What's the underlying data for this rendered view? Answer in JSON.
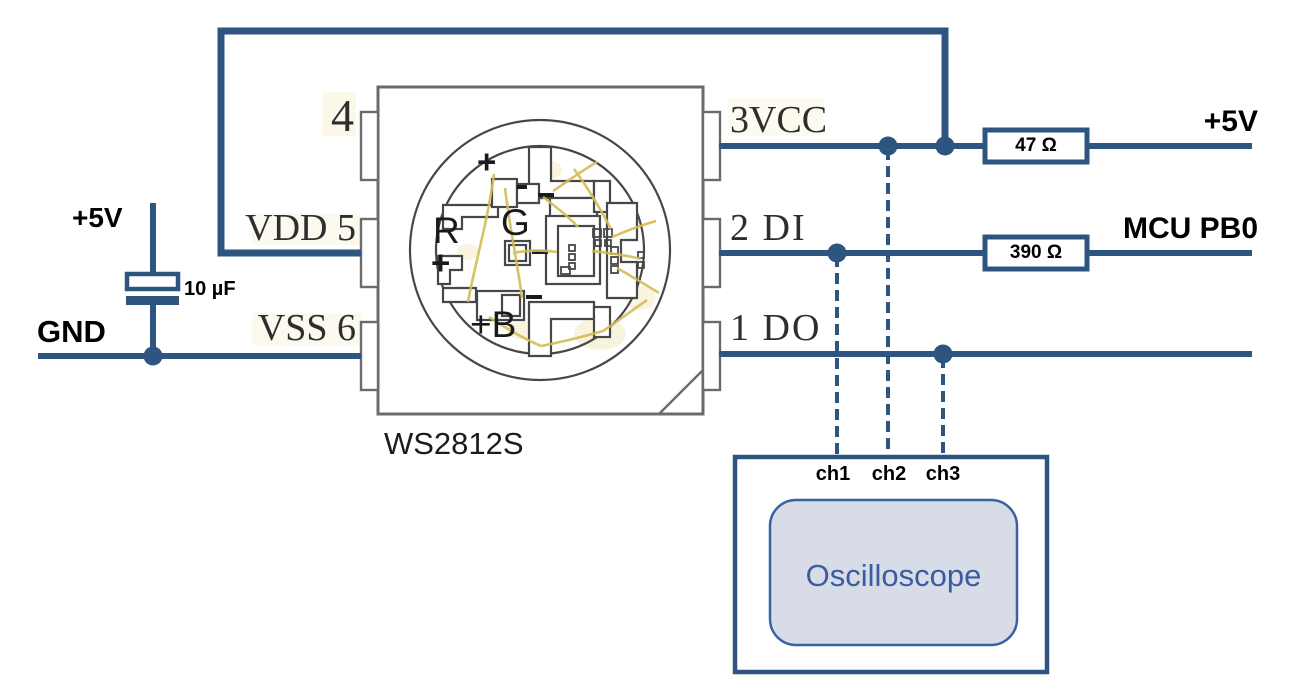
{
  "power": {
    "plus5v_left": "+5V",
    "gnd": "GND",
    "capacitor_value": "10 µF"
  },
  "ws2812s": {
    "part_label": "WS2812S",
    "pin_4": "4",
    "pin_5": "VDD 5",
    "pin_6": "VSS 6",
    "pin_3": "3VCC",
    "pin_2": "2 DI",
    "pin_1": "1 DO",
    "die": {
      "r": "R",
      "g": "G",
      "b": "+B",
      "plus_top": "+",
      "plus_left": "+"
    }
  },
  "resistors": {
    "r_vcc": "47 Ω",
    "r_data": "390 Ω"
  },
  "nets": {
    "plus5v_right": "+5V",
    "mcu": "MCU PB0"
  },
  "oscilloscope": {
    "label": "Oscilloscope",
    "channels": [
      "ch1",
      "ch2",
      "ch3"
    ]
  },
  "colors": {
    "wire_blue": "#2e5480",
    "osc_text_blue": "#3a5da2",
    "osc_screen_fill": "#d8dce7",
    "bond_wire_yellow": "#d3bc55",
    "outline_grey": "#6b6b6b"
  }
}
